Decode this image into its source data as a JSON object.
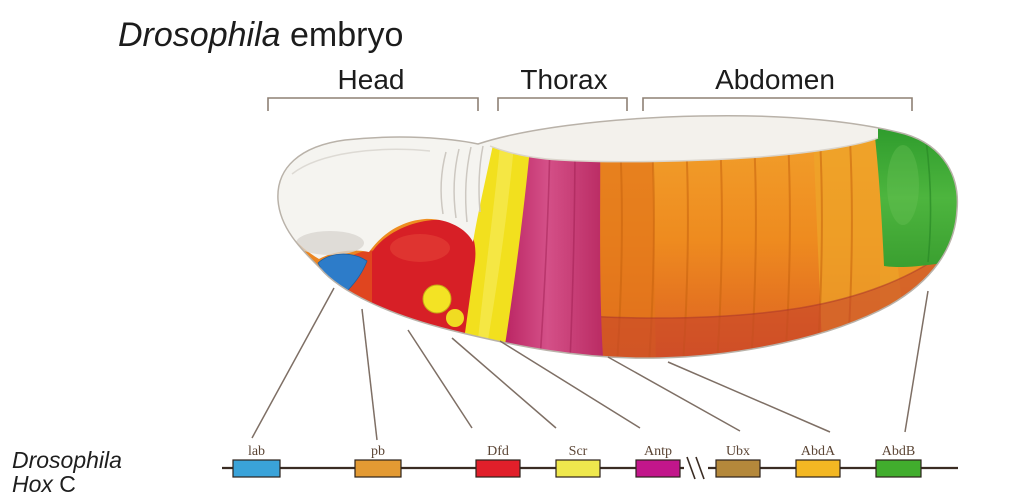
{
  "title": {
    "italic": "Drosophila",
    "regular": "embryo"
  },
  "regions": [
    {
      "label": "Head"
    },
    {
      "label": "Thorax"
    },
    {
      "label": "Abdomen"
    }
  ],
  "cluster_label": {
    "species": "Drosophila",
    "name": "Hox",
    "suffix": "C"
  },
  "genes": [
    {
      "name": "lab",
      "color": "#3aa3d9"
    },
    {
      "name": "pb",
      "color": "#e39a33"
    },
    {
      "name": "Dfd",
      "color": "#e11f2a"
    },
    {
      "name": "Scr",
      "color": "#efe84d"
    },
    {
      "name": "Antp",
      "color": "#c2168b"
    },
    {
      "name": "Ubx",
      "color": "#b4883b"
    },
    {
      "name": "AbdA",
      "color": "#f3b723"
    },
    {
      "name": "AbdB",
      "color": "#41ad2d"
    }
  ]
}
